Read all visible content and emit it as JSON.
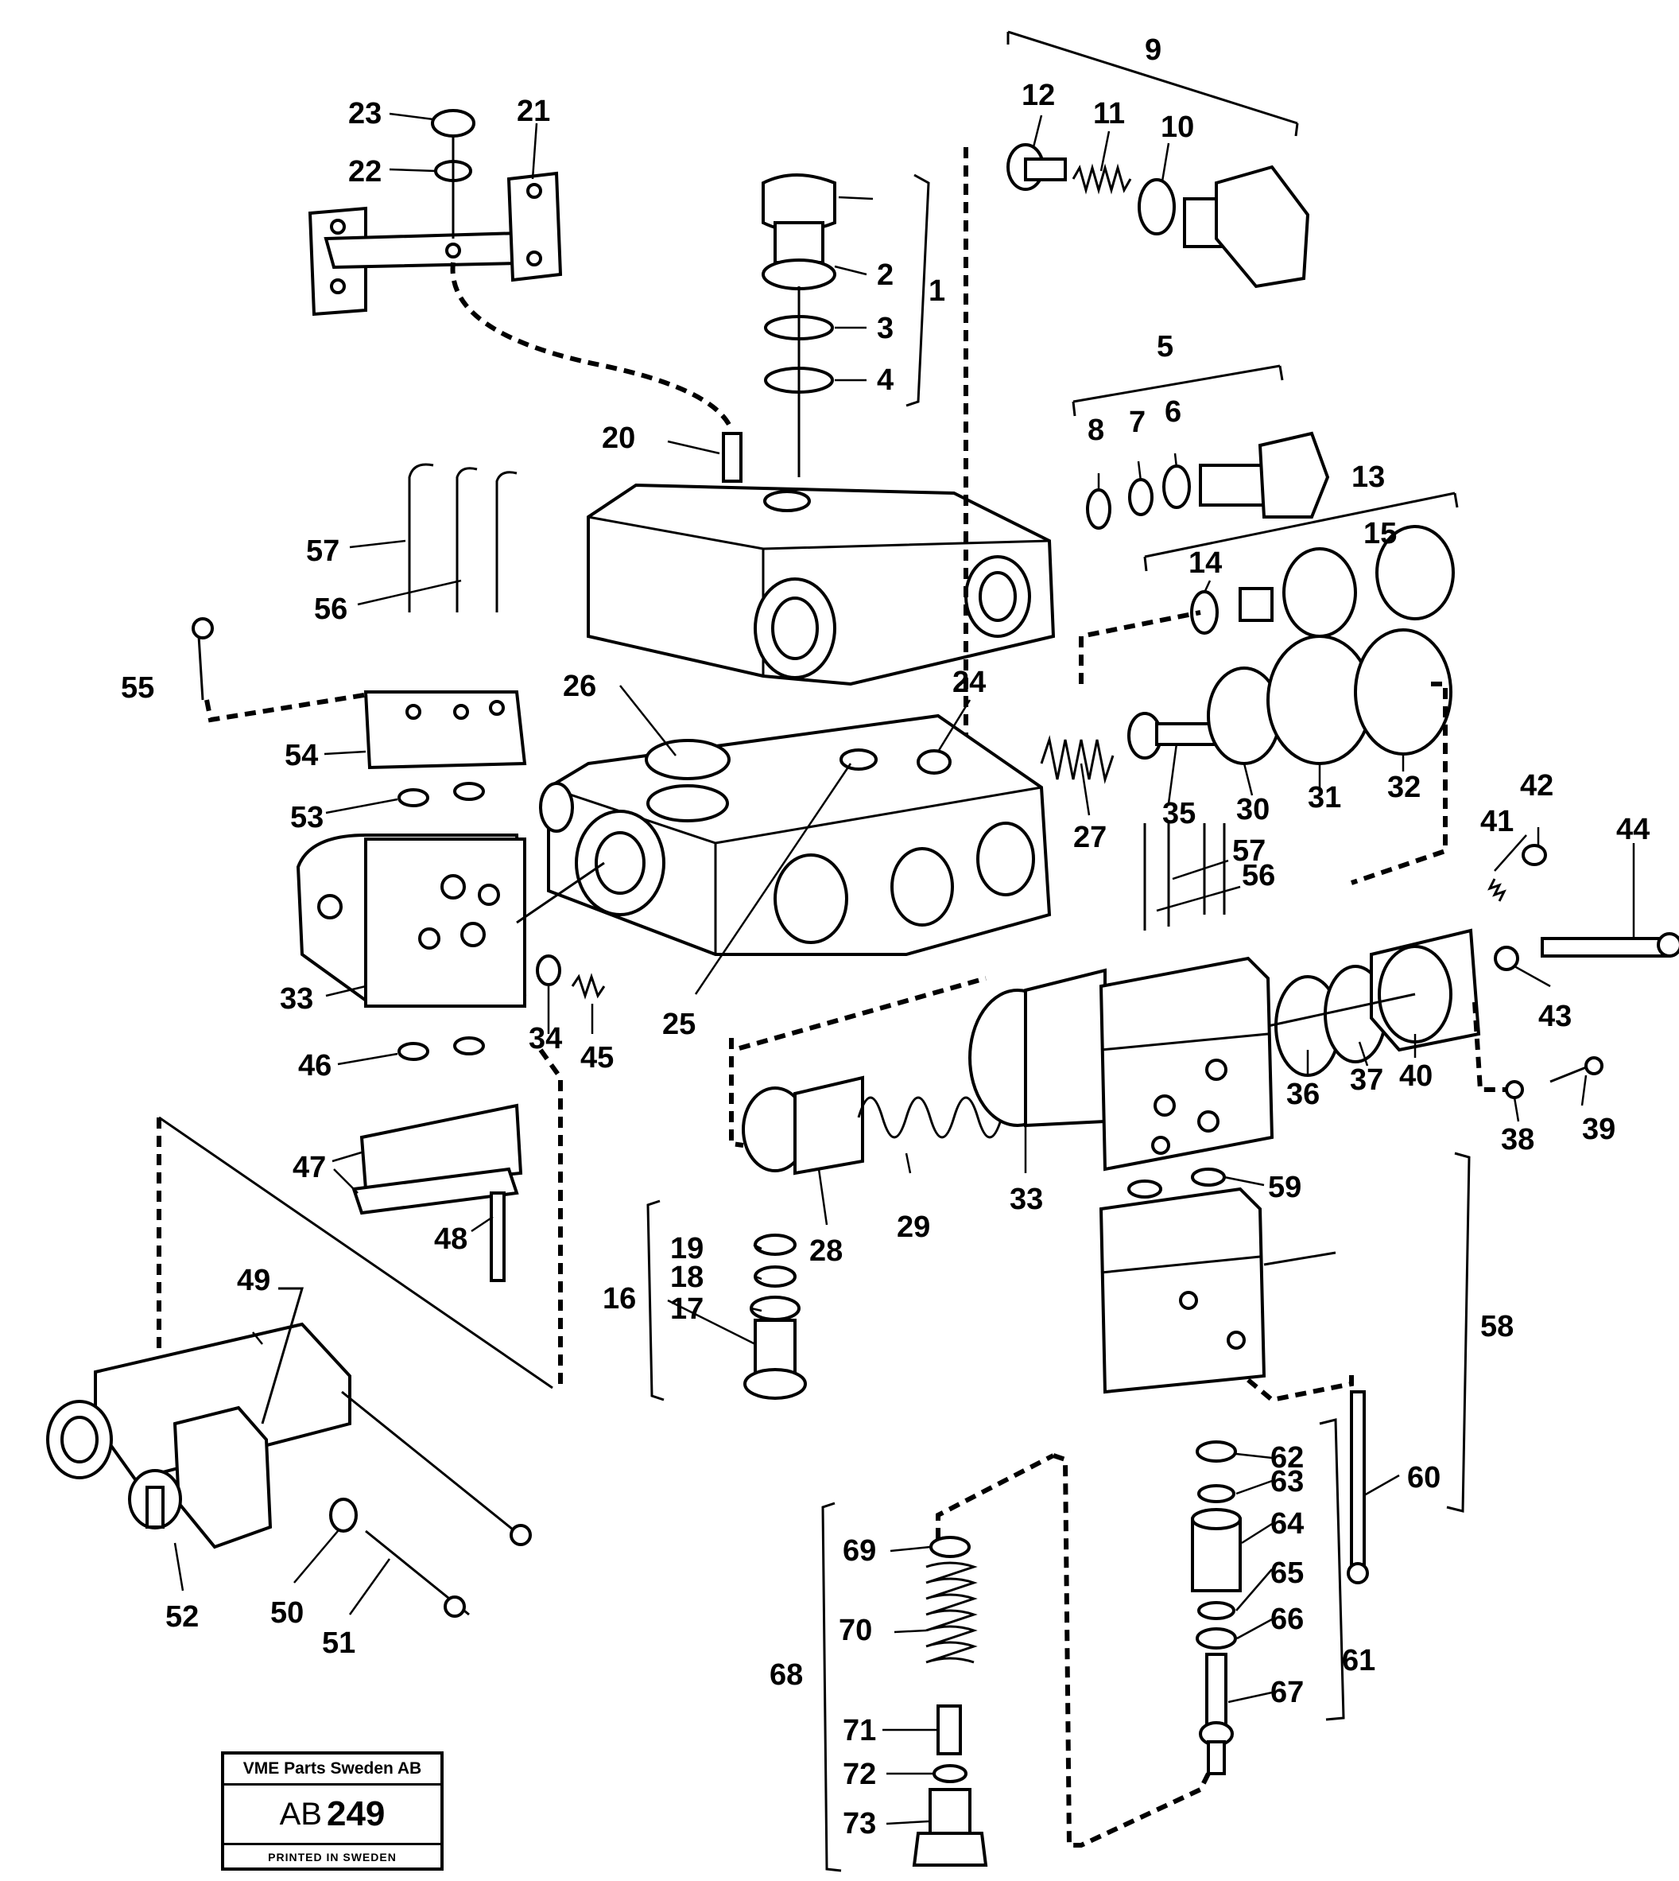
{
  "diagram": {
    "callouts": {
      "c1": "1",
      "c2": "2",
      "c3": "3",
      "c4": "4",
      "c5": "5",
      "c6": "6",
      "c7": "7",
      "c8": "8",
      "c9": "9",
      "c10": "10",
      "c11": "11",
      "c12": "12",
      "c13": "13",
      "c14": "14",
      "c15": "15",
      "c16": "16",
      "c17": "17",
      "c18": "18",
      "c19": "19",
      "c20": "20",
      "c21": "21",
      "c22": "22",
      "c23": "23",
      "c24": "24",
      "c25": "25",
      "c26": "26",
      "c27": "27",
      "c28": "28",
      "c29": "29",
      "c30": "30",
      "c31": "31",
      "c32": "32",
      "c33a": "33",
      "c33b": "33",
      "c34": "34",
      "c35": "35",
      "c36": "36",
      "c37": "37",
      "c38": "38",
      "c39": "39",
      "c40": "40",
      "c41": "41",
      "c42": "42",
      "c43": "43",
      "c44": "44",
      "c45": "45",
      "c46": "46",
      "c47": "47",
      "c48": "48",
      "c49": "49",
      "c50": "50",
      "c51": "51",
      "c52": "52",
      "c53": "53",
      "c54": "54",
      "c55": "55",
      "c56a": "56",
      "c56b": "56",
      "c57a": "57",
      "c57b": "57",
      "c58": "58",
      "c59": "59",
      "c60": "60",
      "c61": "61",
      "c62": "62",
      "c63": "63",
      "c64": "64",
      "c65": "65",
      "c66": "66",
      "c67": "67",
      "c68": "68",
      "c69": "69",
      "c70": "70",
      "c71": "71",
      "c72": "72",
      "c73": "73"
    }
  },
  "stamp": {
    "company": "VME Parts Sweden AB",
    "code_prefix": "AB",
    "code_number": "249",
    "printed": "PRINTED IN SWEDEN"
  }
}
